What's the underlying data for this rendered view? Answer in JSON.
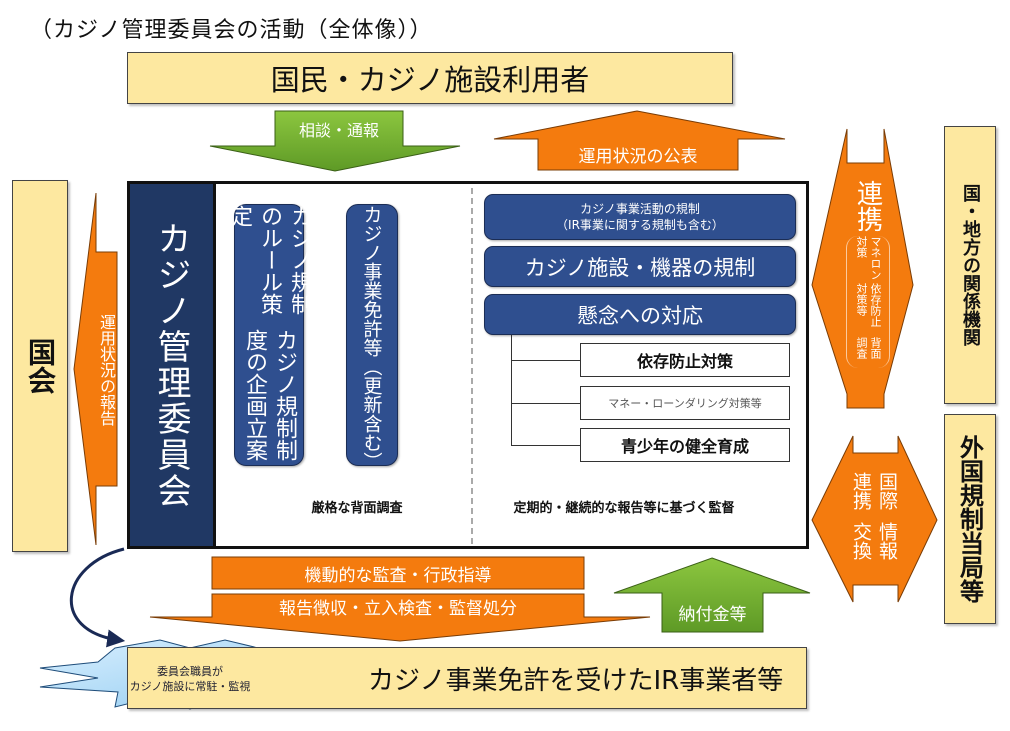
{
  "caption": "（カジノ管理委員会の活動（全体像））",
  "entities": {
    "public": "国民・カジノ施設利用者",
    "diet": "国会",
    "local_agencies": "国・地方の関係機関",
    "foreign_regulators": "外国規制当局等",
    "operators": "カジノ事業免許を受けたIR事業者等"
  },
  "commission": {
    "name": "カジノ管理委員会",
    "pillars": {
      "rules_line1": "カジノ規制のルール策定",
      "rules_line2": "カジノ規制制度の企画立案",
      "license": "カジノ事業免許等（更新含む）"
    },
    "regulation_bars": {
      "business_line1": "カジノ事業活動の規制",
      "business_line2": "（IR事業に関する規制も含む）",
      "facilities": "カジノ施設・機器の規制",
      "concerns": "懸念への対応"
    },
    "concern_items": [
      "依存防止対策",
      "マネー・ローンダリング対策等",
      "青少年の健全育成"
    ],
    "process_arrows": {
      "background_check": "厳格な背面調査",
      "supervision": "定期的・継続的な報告等に基づく監督"
    }
  },
  "flows": {
    "consultation": "相談・通報",
    "publication": "運用状況の公表",
    "report_to_diet": "運用状況の報告",
    "cooperation_title": "連携",
    "cooperation_items": [
      "マネロン対策",
      "依存防止対策等",
      "背面調査"
    ],
    "intl_line1": "国際連携",
    "intl_line2": "情報交換",
    "audit": "機動的な監査・行政指導",
    "inspection": "報告徴収・立入検査・監督処分",
    "payments": "納付金等",
    "staff_line1": "委員会職員が",
    "staff_line2": "カジノ施設に常駐・監視"
  },
  "colors": {
    "navy": "#203864",
    "blue": "#2f4f8f",
    "orange": "#f47b0e",
    "green": "#7ab33a",
    "yellow": "#fde8a0",
    "lightblue": "#9fd4f2"
  }
}
